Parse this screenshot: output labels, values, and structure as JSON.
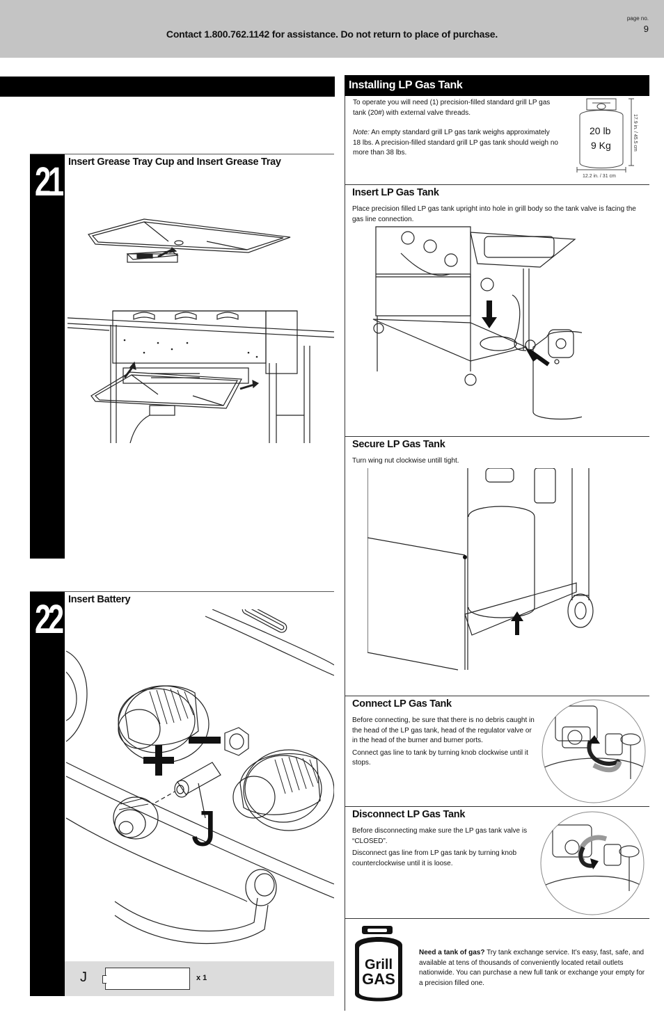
{
  "header": {
    "contact": "Contact 1.800.762.1142 for assistance. Do not return to place of purchase.",
    "page_no_label": "page no.",
    "page_no": "9"
  },
  "step21": {
    "number": "21",
    "title": "Insert Grease Tray Cup and Insert Grease Tray"
  },
  "step22": {
    "number": "22",
    "title": "Insert Battery",
    "hardware_letter": "J",
    "hardware_qty": "x 1",
    "callout_letter": "J"
  },
  "lp": {
    "title": "Installing LP Gas Tank",
    "intro": "To operate you will need (1) precision-filled standard grill LP gas tank (20#) with external valve threads.",
    "note_label": "Note:",
    "note": " An empty standard grill LP gas tank weighs approximately 18 lbs.  A precision-filled standard grill LP gas tank should weigh no more than 38 lbs.",
    "tank_label_lb": "20 lb",
    "tank_label_kg": "9 Kg",
    "tank_height": "17.9 in. / 45.5 cm",
    "tank_width": "12.2 in. / 31 cm"
  },
  "insert_tank": {
    "title": "Insert LP Gas Tank",
    "text": "Place precision filled LP gas tank upright into hole in grill body so the tank valve is facing the gas line connection."
  },
  "secure_tank": {
    "title": "Secure LP Gas Tank",
    "text": "Turn wing nut clockwise untill tight."
  },
  "connect_tank": {
    "title": "Connect LP Gas Tank",
    "text1": "Before connecting, be sure that there is no debris caught in the head of the LP gas tank, head of the regulator valve or in the head of the burner and burner ports.",
    "text2": "Connect gas line to tank by turning knob clockwise until it stops."
  },
  "disconnect_tank": {
    "title": "Disconnect LP Gas Tank",
    "text1": "Before disconnecting make sure the LP gas tank valve is “CLOSED”.",
    "text2": "Disconnect gas line from LP gas tank by turning knob counterclockwise until it is loose."
  },
  "grill_gas": {
    "logo_line1": "Grill",
    "logo_line2": "GAS",
    "lead": "Need a tank of gas?",
    "text": " Try tank exchange service. It’s easy, fast, safe, and available at tens of thousands of conveniently located retail outlets nationwide. You can purchase a new full tank or exchange your empty for a precision filled one."
  }
}
